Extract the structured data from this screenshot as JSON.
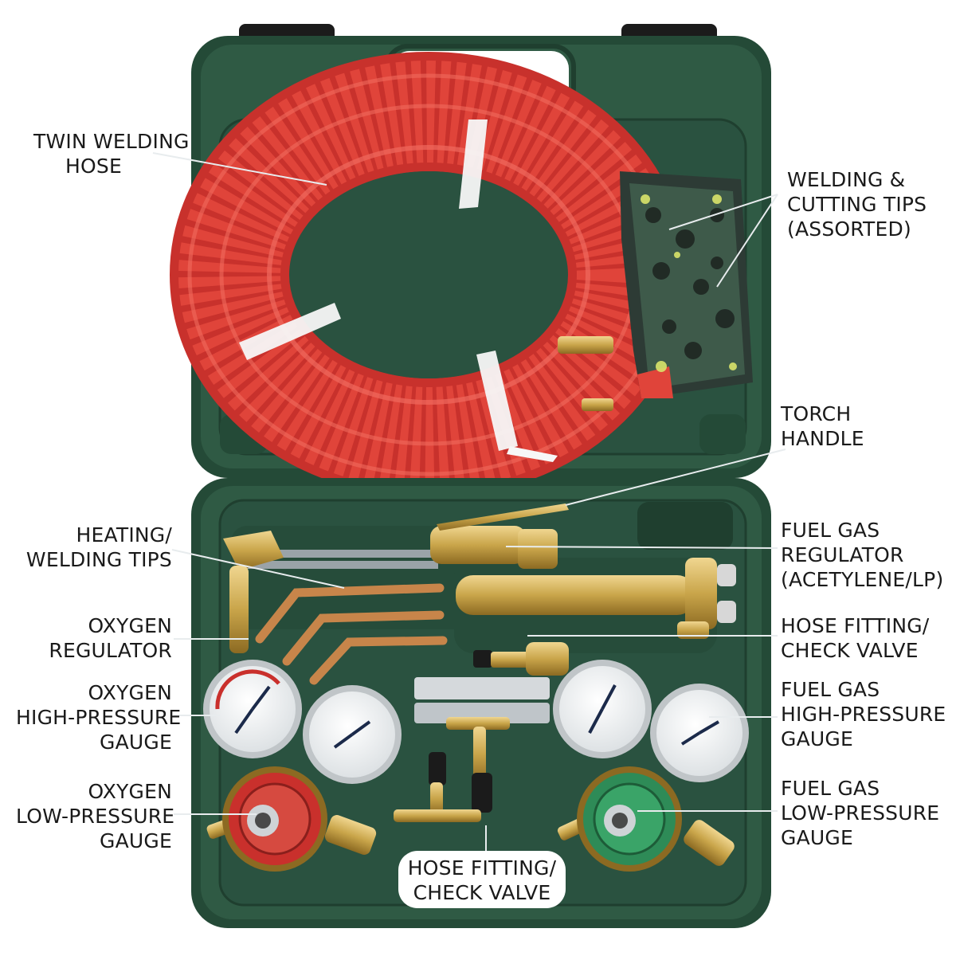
{
  "labels": {
    "twin_welding_hose": [
      "TWIN WELDING",
      "HOSE"
    ],
    "welding_cutting_tips": [
      "WELDING &",
      "CUTTING TIPS",
      "(ASSORTED)"
    ],
    "torch_handle": [
      "TORCH",
      "HANDLE"
    ],
    "heating_welding_tips": [
      "HEATING/",
      "WELDING TIPS"
    ],
    "fuel_gas_regulator": [
      "FUEL GAS",
      "REGULATOR",
      "(ACETYLENE/LP)"
    ],
    "oxygen_regulator": [
      "OXYGEN",
      "REGULATOR"
    ],
    "hose_fitting_right": [
      "HOSE FITTING/",
      "CHECK VALVE"
    ],
    "oxygen_high_pressure": [
      "OXYGEN",
      "HIGH-PRESSURE",
      "GAUGE"
    ],
    "fuel_gas_high_pressure": [
      "FUEL GAS",
      "HIGH-PRESSURE",
      "GAUGE"
    ],
    "oxygen_low_pressure": [
      "OXYGEN",
      "LOW-PRESSURE",
      "GAUGE"
    ],
    "fuel_gas_low_pressure": [
      "FUEL GAS",
      "LOW-PRESSURE",
      "GAUGE"
    ],
    "hose_fitting_bottom": [
      "HOSE FITTING/",
      "CHECK VALVE"
    ]
  },
  "colors": {
    "case_green": "#2f5a44",
    "case_dark": "#1f3f2f",
    "hose_red": "#e0443a",
    "brass": "#c9a54a",
    "oxygen_regulator_red": "#c9302c",
    "fuel_regulator_green": "#2e8b57"
  }
}
